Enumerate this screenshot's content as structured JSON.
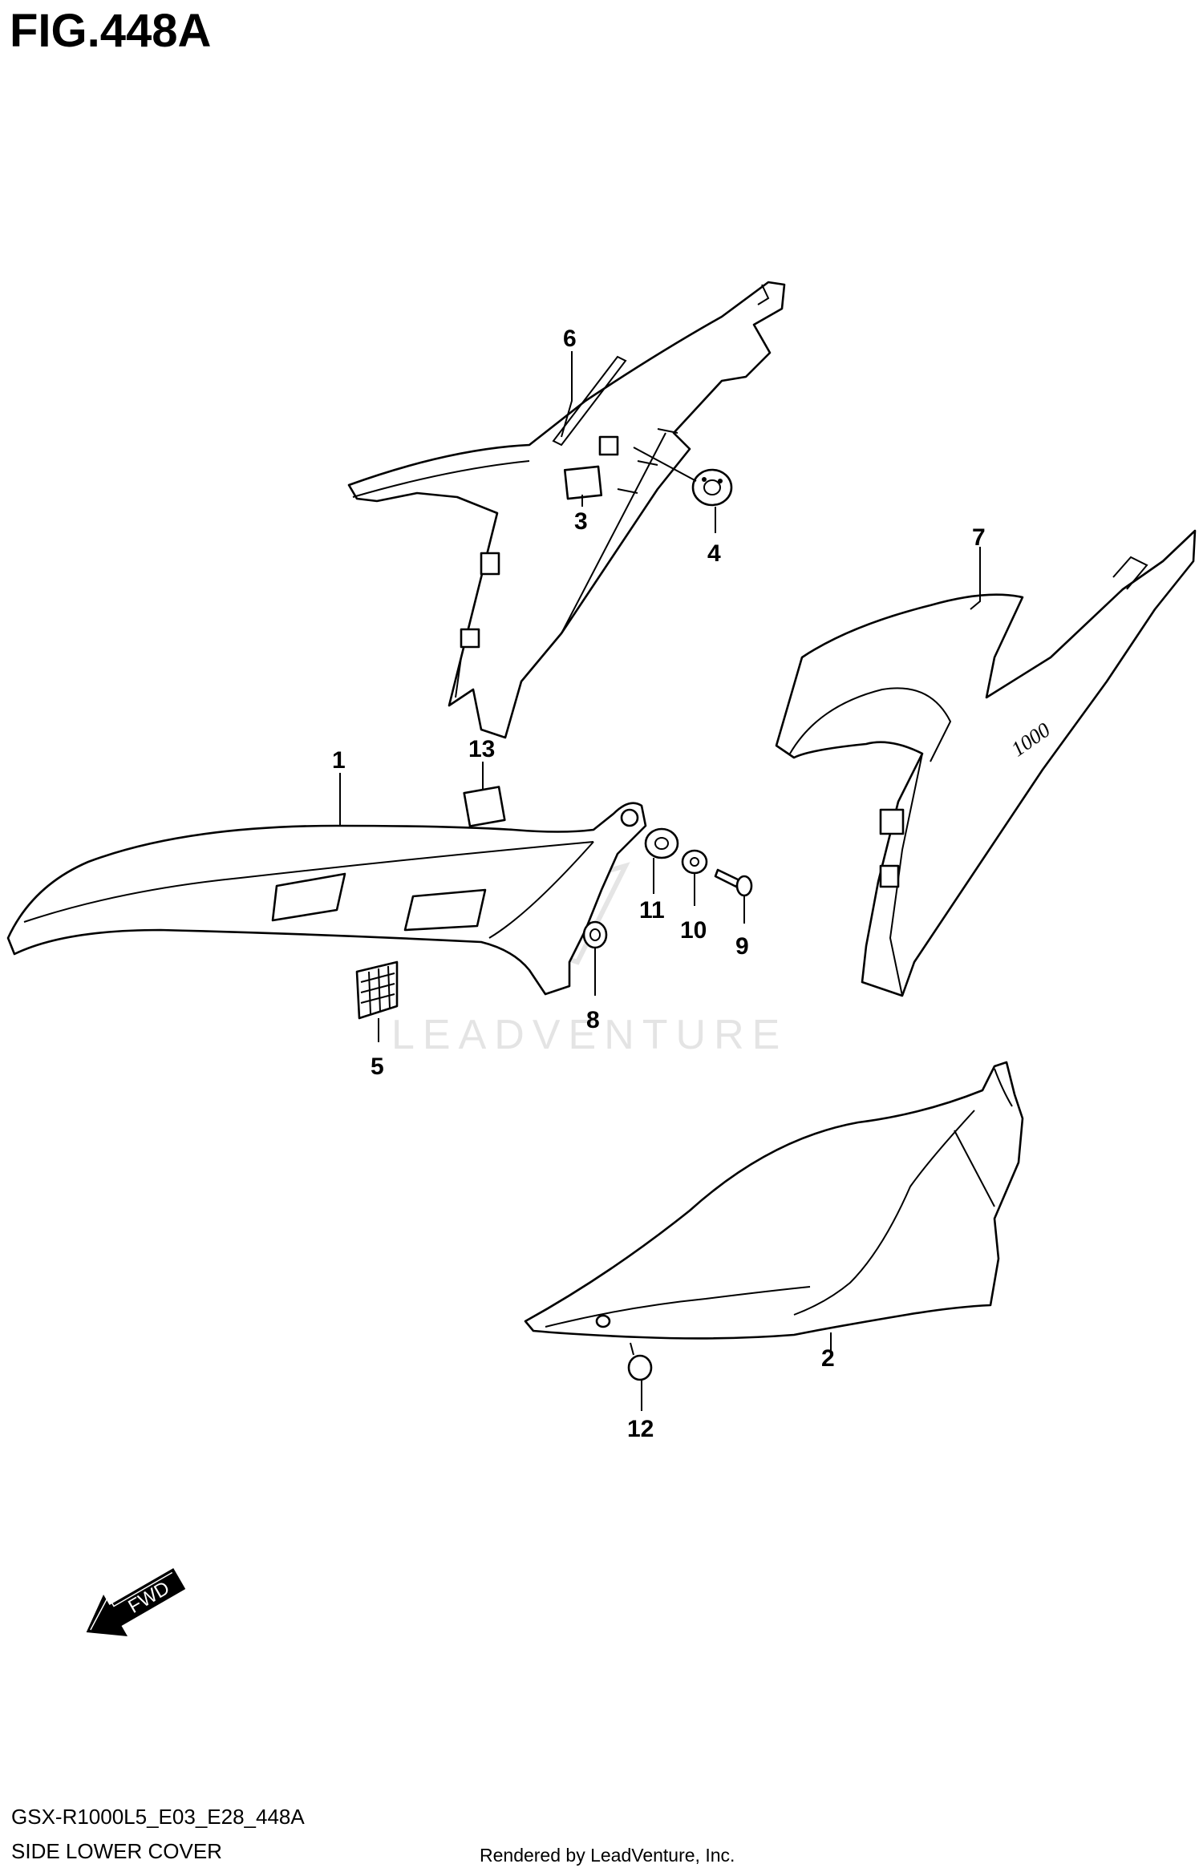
{
  "figure": {
    "title": "FIG.448A",
    "code": "GSX-R1000L5_E03_E28_448A",
    "caption": "SIDE LOWER COVER",
    "credit": "Rendered by LeadVenture, Inc.",
    "watermark": "LEADVENTURE",
    "direction_label": "FWD"
  },
  "callouts": {
    "c1": "1",
    "c2": "2",
    "c3": "3",
    "c4": "4",
    "c5": "5",
    "c6": "6",
    "c7": "7",
    "c8": "8",
    "c9": "9",
    "c10": "10",
    "c11": "11",
    "c12": "12",
    "c13": "13"
  }
}
